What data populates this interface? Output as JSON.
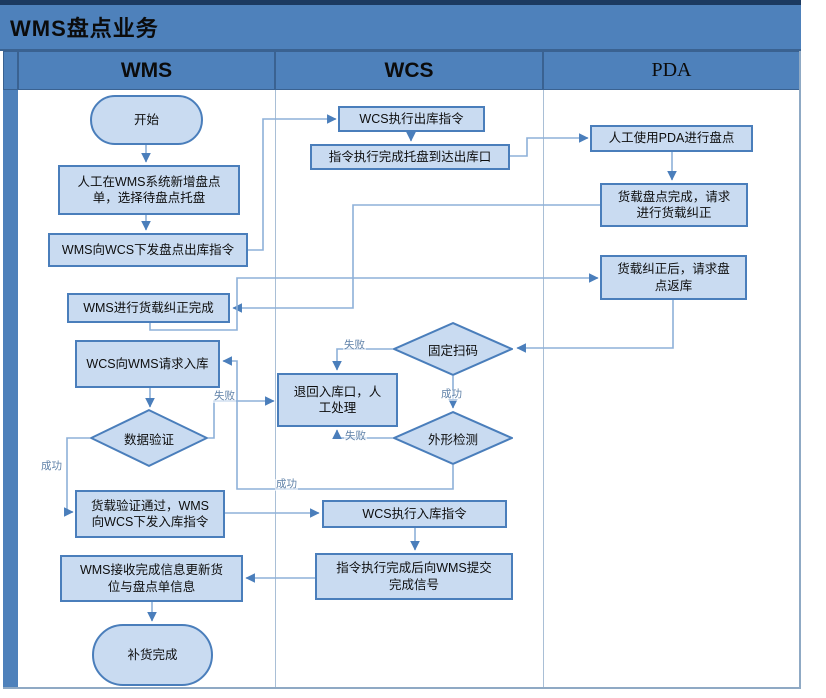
{
  "title": "WMS盘点业务",
  "lanes": [
    {
      "id": "wms",
      "label": "WMS"
    },
    {
      "id": "wcs",
      "label": "WCS"
    },
    {
      "id": "pda",
      "label": "PDA"
    }
  ],
  "labels": {
    "fail": "失败",
    "success": "成功"
  },
  "nodes": {
    "start": {
      "label": "开始",
      "type": "terminator",
      "lane": "wms"
    },
    "create_order": {
      "label": "人工在WMS系统新增盘点\n单，选择待盘点托盘",
      "type": "process",
      "lane": "wms"
    },
    "send_outbound": {
      "label": "WMS向WCS下发盘点出库指令",
      "type": "process",
      "lane": "wms"
    },
    "correction_done": {
      "label": "WMS进行货载纠正完成",
      "type": "process",
      "lane": "wms"
    },
    "request_inbound": {
      "label": "WCS向WMS请求入库",
      "type": "process",
      "lane": "wms"
    },
    "data_validation": {
      "label": "数据验证",
      "type": "decision",
      "lane": "wms"
    },
    "validation_passed": {
      "label": "货载验证通过，WMS\n向WCS下发入库指令",
      "type": "process",
      "lane": "wms"
    },
    "update_info": {
      "label": "WMS接收完成信息更新货\n位与盘点单信息",
      "type": "process",
      "lane": "wms"
    },
    "end": {
      "label": "补货完成",
      "type": "terminator",
      "lane": "wms"
    },
    "wcs_outbound": {
      "label": "WCS执行出库指令",
      "type": "process",
      "lane": "wcs"
    },
    "pallet_arrived": {
      "label": "指令执行完成托盘到达出库口",
      "type": "process",
      "lane": "wcs"
    },
    "return_port": {
      "label": "退回入库口，人\n工处理",
      "type": "process",
      "lane": "wcs"
    },
    "fixed_scan": {
      "label": "固定扫码",
      "type": "decision",
      "lane": "wcs"
    },
    "shape_check": {
      "label": "外形检测",
      "type": "decision",
      "lane": "wcs"
    },
    "wcs_inbound": {
      "label": "WCS执行入库指令",
      "type": "process",
      "lane": "wcs"
    },
    "submit_signal": {
      "label": "指令执行完成后向WMS提交\n完成信号",
      "type": "process",
      "lane": "wcs"
    },
    "pda_count": {
      "label": "人工使用PDA进行盘点",
      "type": "process",
      "lane": "pda"
    },
    "count_done": {
      "label": "货载盘点完成，请求\n进行货载纠正",
      "type": "process",
      "lane": "pda"
    },
    "corrected_return": {
      "label": "货载纠正后，请求盘\n点返库",
      "type": "process",
      "lane": "pda"
    }
  },
  "edges": [
    {
      "from": "start",
      "to": "create_order"
    },
    {
      "from": "create_order",
      "to": "send_outbound"
    },
    {
      "from": "send_outbound",
      "to": "wcs_outbound"
    },
    {
      "from": "wcs_outbound",
      "to": "pallet_arrived"
    },
    {
      "from": "pallet_arrived",
      "to": "pda_count"
    },
    {
      "from": "pda_count",
      "to": "count_done"
    },
    {
      "from": "count_done",
      "to": "correction_done"
    },
    {
      "from": "correction_done",
      "to": "corrected_return"
    },
    {
      "from": "corrected_return",
      "to": "fixed_scan"
    },
    {
      "from": "fixed_scan",
      "to": "return_port",
      "label": "失败"
    },
    {
      "from": "fixed_scan",
      "to": "shape_check",
      "label": "成功"
    },
    {
      "from": "shape_check",
      "to": "return_port",
      "label": "失败"
    },
    {
      "from": "shape_check",
      "to": "request_inbound",
      "label": "成功"
    },
    {
      "from": "request_inbound",
      "to": "data_validation"
    },
    {
      "from": "data_validation",
      "to": "return_port",
      "label": "失败"
    },
    {
      "from": "data_validation",
      "to": "validation_passed",
      "label": "成功"
    },
    {
      "from": "validation_passed",
      "to": "wcs_inbound"
    },
    {
      "from": "wcs_inbound",
      "to": "submit_signal"
    },
    {
      "from": "submit_signal",
      "to": "update_info"
    },
    {
      "from": "update_info",
      "to": "end"
    }
  ],
  "colors": {
    "top_bar": "#1c3a60",
    "band": "#4e81bb",
    "node_fill": "#c9dbf1",
    "node_border": "#4a7ebb",
    "edge_line": "#8db0d9",
    "edge_label": "#5f81a8"
  }
}
